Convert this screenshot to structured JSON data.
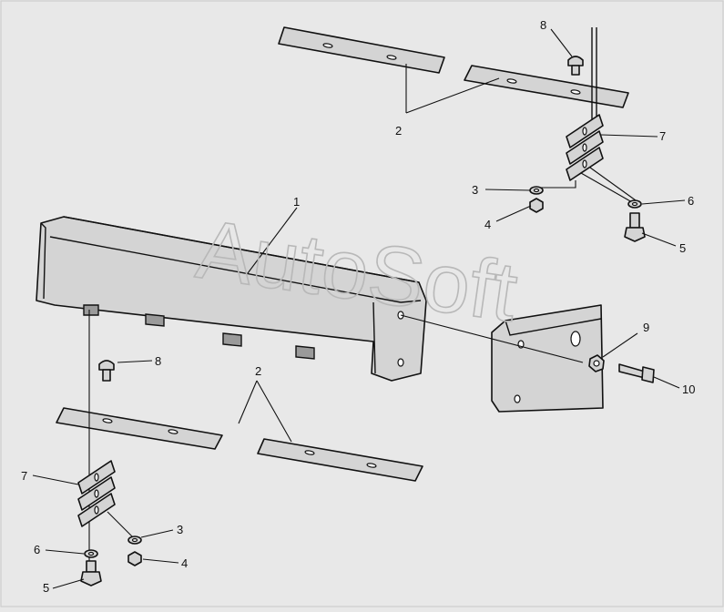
{
  "watermark": "AutoSoft",
  "callouts": {
    "c1": "1",
    "c2_top": "2",
    "c2_bottom": "2",
    "c3_right": "3",
    "c3_left": "3",
    "c4_right": "4",
    "c4_left": "4",
    "c5_right": "5",
    "c5_left": "5",
    "c6_right": "6",
    "c6_left": "6",
    "c7_right": "7",
    "c7_left": "7",
    "c8_right": "8",
    "c8_left": "8",
    "c9": "9",
    "c10": "10"
  }
}
